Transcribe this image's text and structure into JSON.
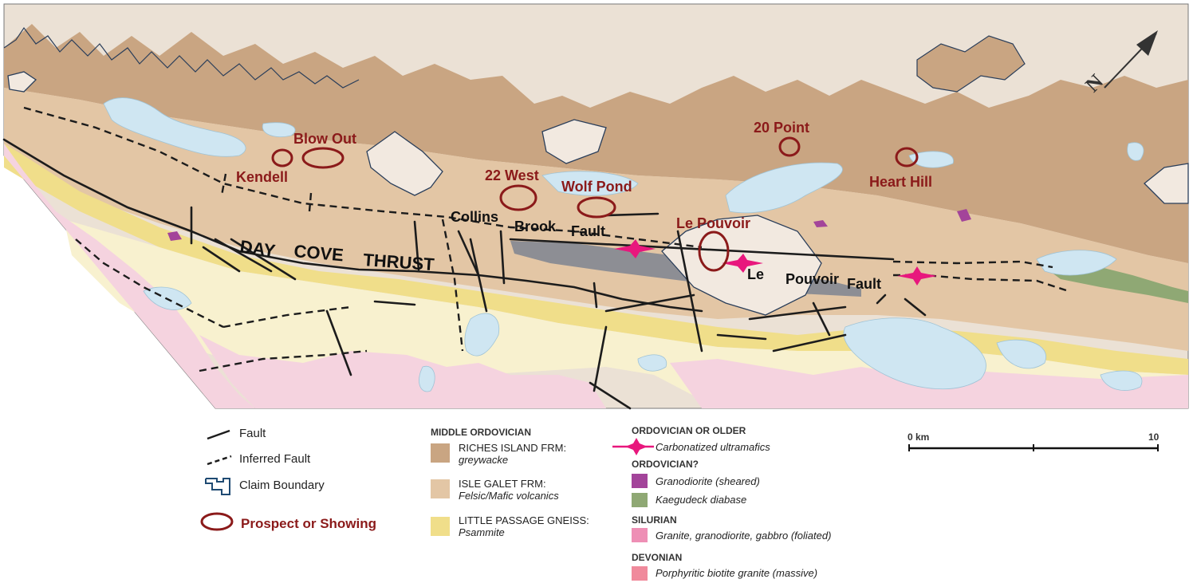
{
  "map": {
    "prospects": [
      {
        "id": "kendell",
        "label": "Kendell"
      },
      {
        "id": "blow-out",
        "label": "Blow Out"
      },
      {
        "id": "22-west",
        "label": "22 West"
      },
      {
        "id": "wolf-pond",
        "label": "Wolf Pond"
      },
      {
        "id": "20-point",
        "label": "20 Point"
      },
      {
        "id": "heart-hill",
        "label": "Heart Hill"
      },
      {
        "id": "le-pouvoir",
        "label": "Le Pouvoir"
      }
    ],
    "structure_labels": {
      "day_cove_1": "DAY",
      "day_cove_2": "COVE",
      "day_cove_3": "THRUST",
      "collins_1": "Collins",
      "collins_2": "Brook",
      "collins_3": "Fault",
      "lepouvoir_1": "Le",
      "lepouvoir_2": "Pouvoir",
      "lepouvoir_3": "Fault"
    },
    "north_arrow": "N"
  },
  "legend": {
    "symbols": {
      "fault": "Fault",
      "inferred_fault": "Inferred Fault",
      "claim_boundary": "Claim Boundary",
      "prospect": "Prospect or Showing"
    },
    "middle_ordovician": {
      "heading": "MIDDLE ORDOVICIAN",
      "units": [
        {
          "name": "RICHES ISLAND FRM:",
          "desc": "greywacke",
          "color": "#c9a582"
        },
        {
          "name": "ISLE GALET FRM:",
          "desc": "Felsic/Mafic volcanics",
          "color": "#e3c6a5"
        },
        {
          "name": "LITTLE PASSAGE GNEISS:",
          "desc": "Psammite",
          "color": "#f0de8a"
        }
      ]
    },
    "ordovician_or_older": {
      "heading": "ORDOVICIAN OR OLDER",
      "item": "Carbonatized ultramafics"
    },
    "ordovician_q": {
      "heading": "ORDOVICIAN?",
      "units": [
        {
          "desc": "Granodiorite (sheared)",
          "color": "#a3449a"
        },
        {
          "desc": "Kaegudeck diabase",
          "color": "#8fa874"
        }
      ]
    },
    "silurian": {
      "heading": "SILURIAN",
      "desc": "Granite, granodiorite, gabbro (foliated)",
      "color": "#ee8fb5"
    },
    "devonian": {
      "heading": "DEVONIAN",
      "desc": "Porphyritic biotite granite (massive)",
      "color": "#f08a9c"
    },
    "scale": {
      "start": "0 km",
      "end": "10"
    }
  },
  "colors": {
    "background_land": "#ebe1d5",
    "riches_island": "#c9a582",
    "isle_galet": "#e3c6a5",
    "little_passage": "#f0de8a",
    "pale_yellow": "#f8f1cf",
    "pink_granite": "#f5d3df",
    "water": "#cfe6f2",
    "claim_fill": "#f2e9e0",
    "fault_grey": "#8d8e94",
    "prospect_red": "#8b1a1a",
    "ultramafic_magenta": "#e8177d"
  }
}
